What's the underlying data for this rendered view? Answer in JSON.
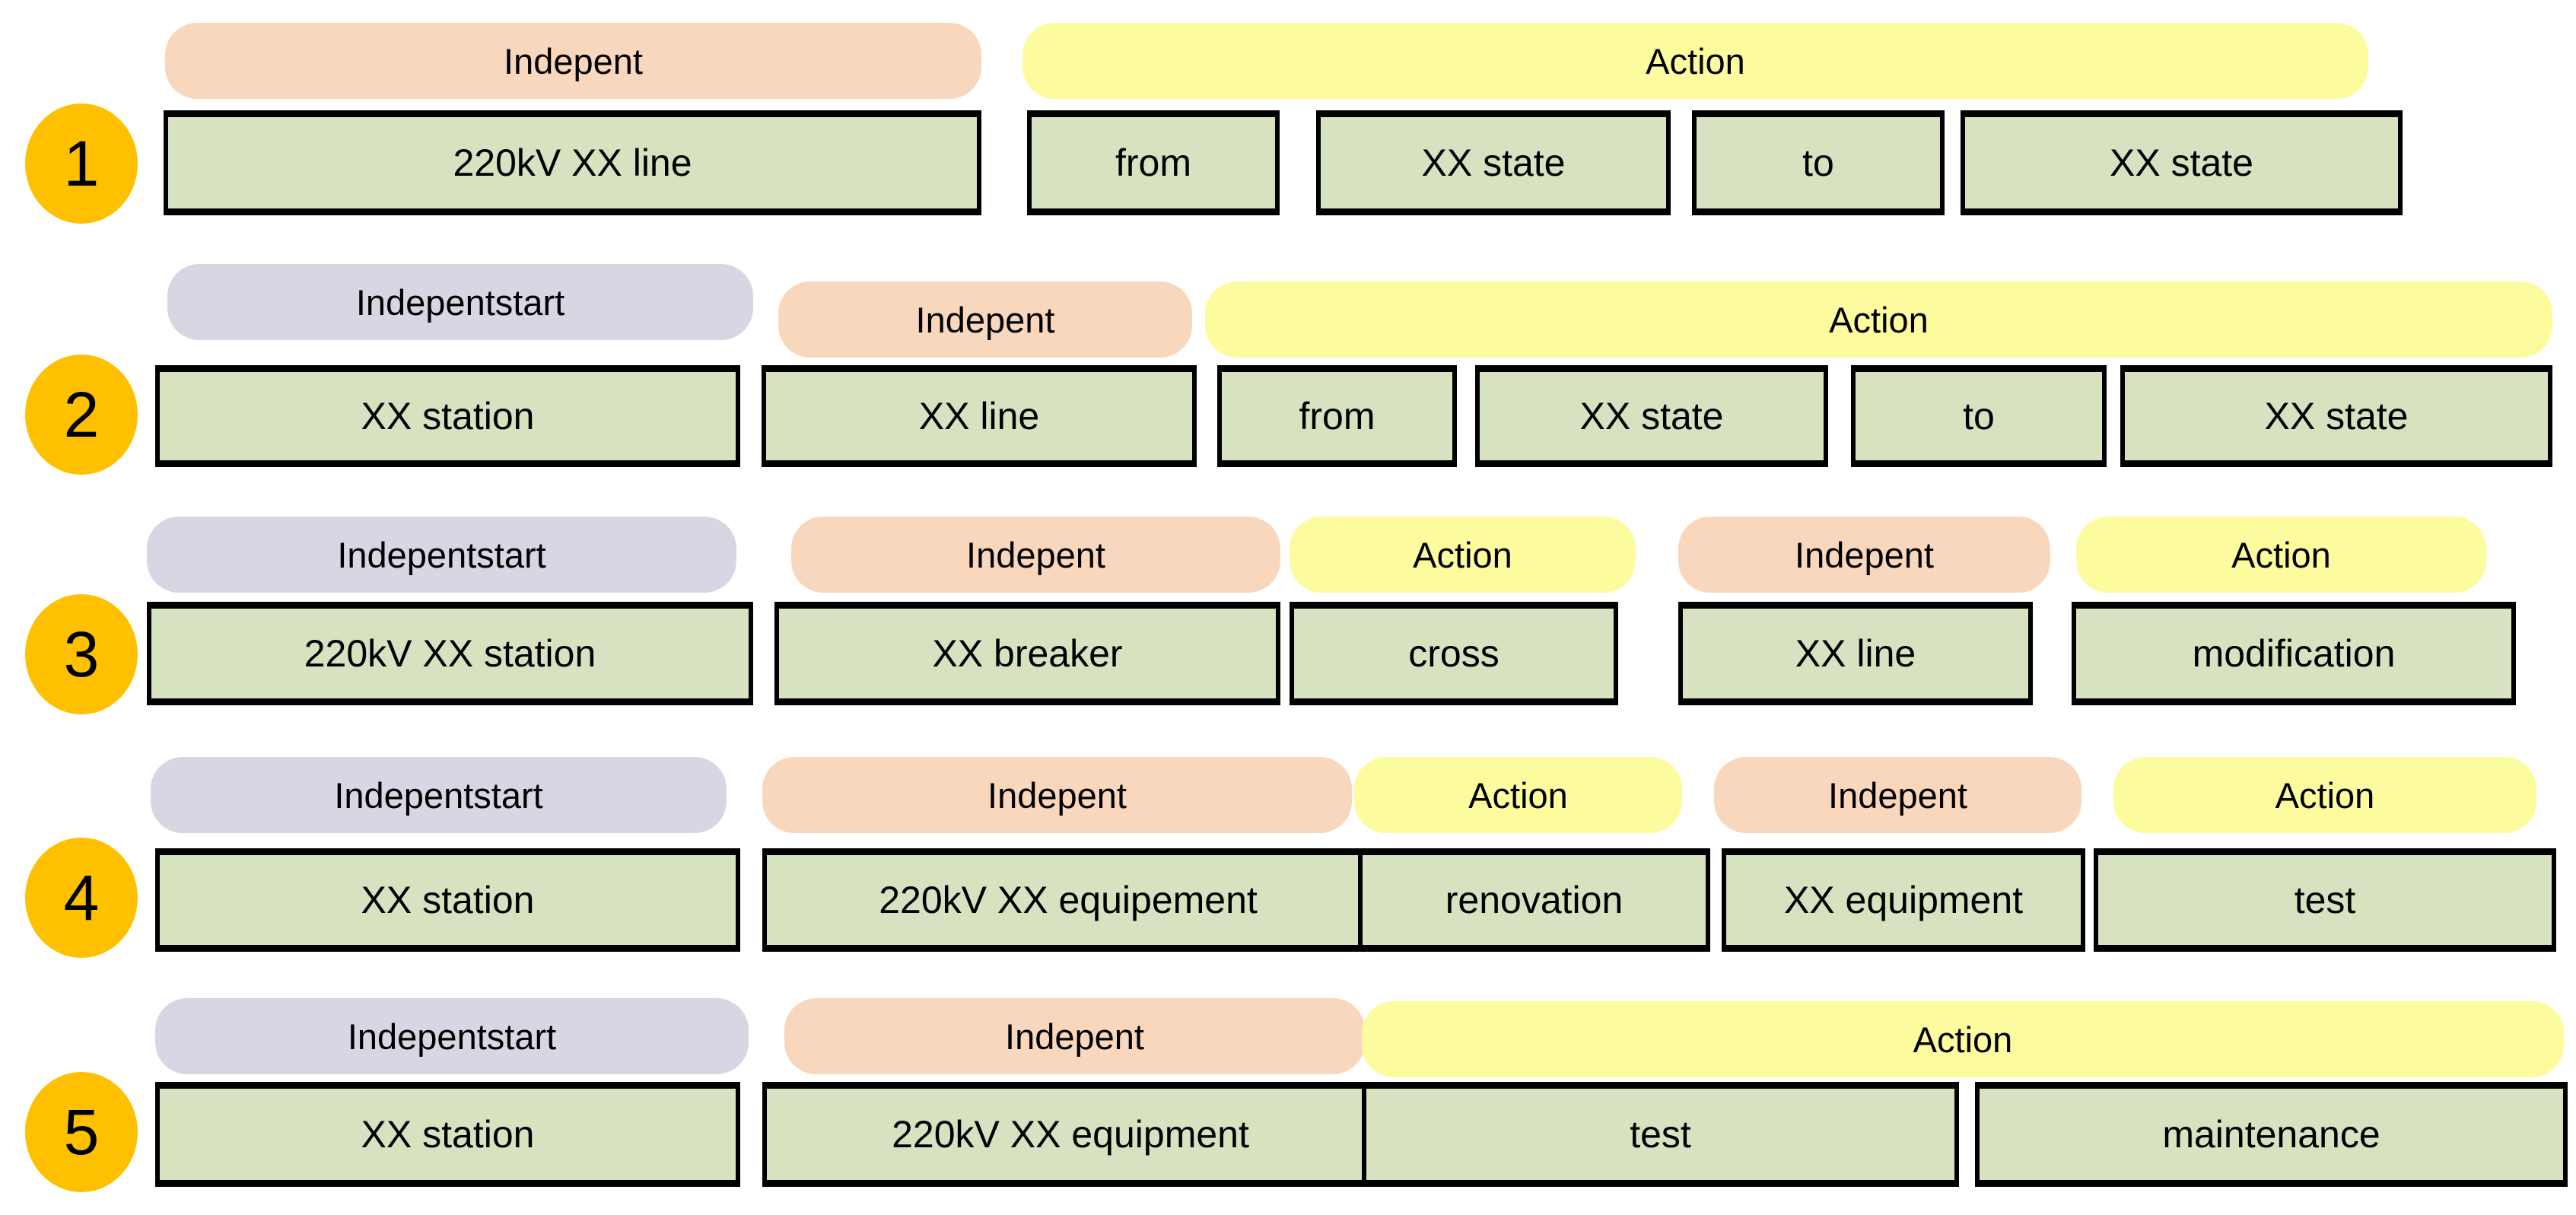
{
  "figure": {
    "description": "Annotation examples of power-grid maintenance task phrases with role labels",
    "label_types": [
      "Indepentstart",
      "Indepent",
      "Action"
    ]
  },
  "colors": {
    "number_circle": "#FFC000",
    "indepent_pill": "#F9D7BC",
    "indepentstart_pill": "#D9D5E3",
    "action_pill": "#FCFC9E",
    "entity_box": "#D7E2C0",
    "box_border": "#000000"
  },
  "rows": [
    {
      "number": "1",
      "labels": [
        {
          "type": "indepent",
          "text": "Indepent"
        },
        {
          "type": "action",
          "text": "Action"
        }
      ],
      "boxes": [
        {
          "text": "220kV XX line"
        },
        {
          "text": "from"
        },
        {
          "text": "XX state"
        },
        {
          "text": "to"
        },
        {
          "text": "XX state"
        }
      ]
    },
    {
      "number": "2",
      "labels": [
        {
          "type": "indepentstart",
          "text": "Indepentstart"
        },
        {
          "type": "indepent",
          "text": "Indepent"
        },
        {
          "type": "action",
          "text": "Action"
        }
      ],
      "boxes": [
        {
          "text": "XX station"
        },
        {
          "text": "XX line"
        },
        {
          "text": "from"
        },
        {
          "text": "XX state"
        },
        {
          "text": "to"
        },
        {
          "text": "XX state"
        }
      ]
    },
    {
      "number": "3",
      "labels": [
        {
          "type": "indepentstart",
          "text": "Indepentstart"
        },
        {
          "type": "indepent",
          "text": "Indepent"
        },
        {
          "type": "action",
          "text": "Action"
        },
        {
          "type": "indepent",
          "text": "Indepent"
        },
        {
          "type": "action",
          "text": "Action"
        }
      ],
      "boxes": [
        {
          "text": "220kV XX station"
        },
        {
          "text": "XX breaker"
        },
        {
          "text": "cross"
        },
        {
          "text": "XX line"
        },
        {
          "text": "modification"
        }
      ]
    },
    {
      "number": "4",
      "labels": [
        {
          "type": "indepentstart",
          "text": "Indepentstart"
        },
        {
          "type": "indepent",
          "text": "Indepent"
        },
        {
          "type": "action",
          "text": "Action"
        },
        {
          "type": "indepent",
          "text": "Indepent"
        },
        {
          "type": "action",
          "text": "Action"
        }
      ],
      "boxes": [
        {
          "text": "XX station"
        },
        {
          "text": "220kV XX equipement"
        },
        {
          "text": "renovation"
        },
        {
          "text": "XX equipment"
        },
        {
          "text": "test"
        }
      ]
    },
    {
      "number": "5",
      "labels": [
        {
          "type": "indepentstart",
          "text": "Indepentstart"
        },
        {
          "type": "indepent",
          "text": "Indepent"
        },
        {
          "type": "action",
          "text": "Action"
        }
      ],
      "boxes": [
        {
          "text": "XX station"
        },
        {
          "text": "220kV XX equipment"
        },
        {
          "text": "test"
        },
        {
          "text": "maintenance"
        }
      ]
    }
  ]
}
